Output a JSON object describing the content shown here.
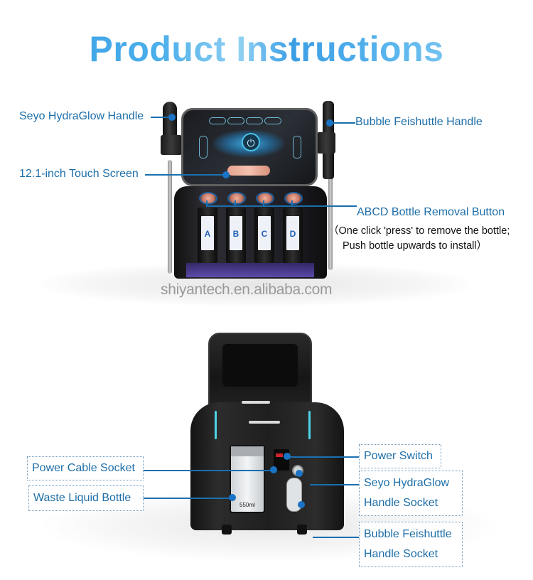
{
  "title": "Product Instructions",
  "top_view": {
    "labels": {
      "hydraglow_handle": "Seyo HydraGlow Handle",
      "touch_screen": "12.1-inch Touch Screen",
      "bubble_handle": "Bubble Feishuttle Handle",
      "bottle_button": "ABCD Bottle Removal Button",
      "bottle_note_1": "（One click 'press' to remove the bottle;",
      "bottle_note_2": "Push bottle upwards to install）"
    },
    "screen": {
      "power_symbol": "⏻"
    },
    "bottles": [
      {
        "letter": "A"
      },
      {
        "letter": "B"
      },
      {
        "letter": "C"
      },
      {
        "letter": "D"
      }
    ],
    "watermark": "shiyantech.en.alibaba.com"
  },
  "back_view": {
    "labels": {
      "power_cable_socket": "Power Cable Socket",
      "waste_liquid_bottle": "Waste Liquid Bottle",
      "power_switch": "Power Switch",
      "hydraglow_socket_1": "Seyo HydraGlow",
      "hydraglow_socket_2": "Handle Socket",
      "bubble_socket_1": "Bubble Feishuttle",
      "bubble_socket_2": "Handle Socket"
    },
    "waste_bottle_volume": "550ml"
  },
  "colors": {
    "label_text": "#1d6ea8",
    "leader_line": "#1a6fb0",
    "title_blue": "#3a9fe6"
  }
}
